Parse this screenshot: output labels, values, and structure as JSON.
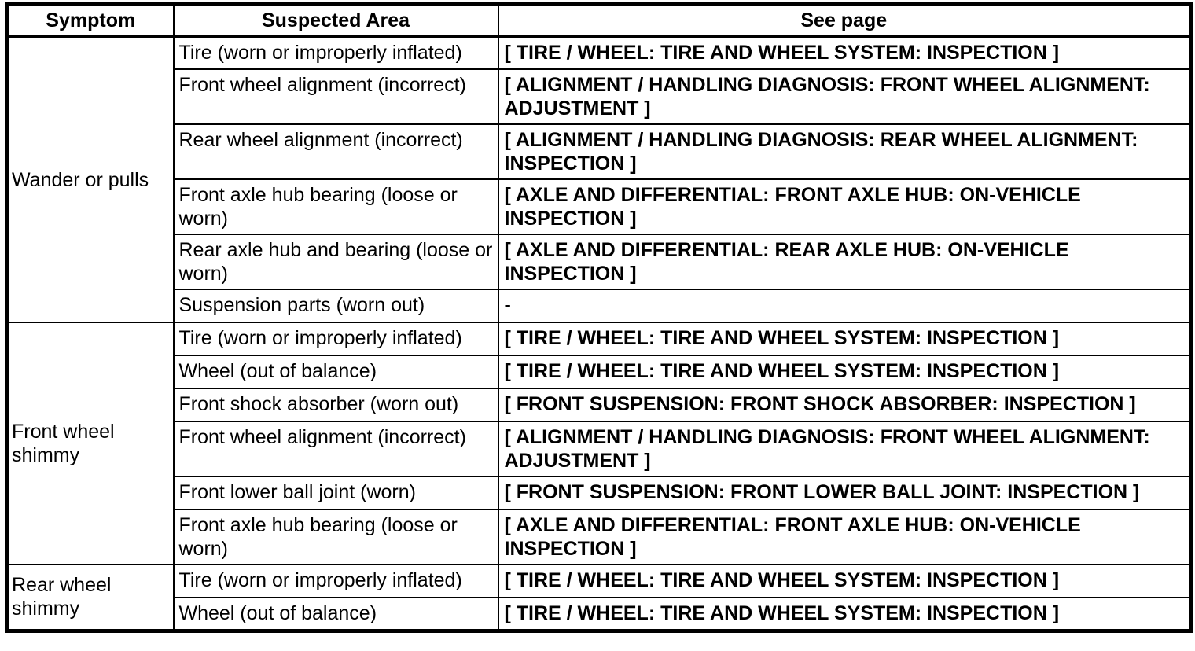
{
  "page": {
    "background_color": "#ffffff",
    "text_color": "#000000",
    "border_color": "#000000"
  },
  "table": {
    "columns": [
      "Symptom",
      "Suspected Area",
      "See page"
    ],
    "groups": [
      {
        "symptom": "Wander or pulls",
        "rows": [
          {
            "area": "Tire (worn or improperly inflated)",
            "page": "[ TIRE / WHEEL: TIRE AND WHEEL SYSTEM: INSPECTION ]"
          },
          {
            "area": "Front wheel alignment (incorrect)",
            "page": "[ ALIGNMENT / HANDLING DIAGNOSIS: FRONT WHEEL ALIGNMENT: ADJUSTMENT ]"
          },
          {
            "area": "Rear wheel alignment (incorrect)",
            "page": "[ ALIGNMENT / HANDLING DIAGNOSIS: REAR WHEEL ALIGNMENT: INSPECTION ]"
          },
          {
            "area": "Front axle hub bearing (loose or worn)",
            "page": "[ AXLE AND DIFFERENTIAL: FRONT AXLE HUB: ON-VEHICLE INSPECTION ]"
          },
          {
            "area": "Rear axle hub and bearing (loose or worn)",
            "page": "[ AXLE AND DIFFERENTIAL: REAR AXLE HUB: ON-VEHICLE INSPECTION ]"
          },
          {
            "area": "Suspension parts (worn out)",
            "page": "-"
          }
        ]
      },
      {
        "symptom": "Front wheel shimmy",
        "rows": [
          {
            "area": "Tire (worn or improperly inflated)",
            "page": "[ TIRE / WHEEL: TIRE AND WHEEL SYSTEM: INSPECTION ]"
          },
          {
            "area": "Wheel (out of balance)",
            "page": "[ TIRE / WHEEL: TIRE AND WHEEL SYSTEM: INSPECTION ]"
          },
          {
            "area": "Front shock absorber (worn out)",
            "page": "[ FRONT SUSPENSION: FRONT SHOCK ABSORBER: INSPECTION ]"
          },
          {
            "area": "Front wheel alignment (incorrect)",
            "page": "[ ALIGNMENT / HANDLING DIAGNOSIS: FRONT WHEEL ALIGNMENT: ADJUSTMENT ]"
          },
          {
            "area": "Front lower ball joint (worn)",
            "page": "[ FRONT SUSPENSION: FRONT LOWER BALL JOINT: INSPECTION ]"
          },
          {
            "area": "Front axle hub bearing (loose or worn)",
            "page": "[ AXLE AND DIFFERENTIAL: FRONT AXLE HUB: ON-VEHICLE INSPECTION ]"
          }
        ]
      },
      {
        "symptom": "Rear wheel shimmy",
        "rows": [
          {
            "area": "Tire (worn or improperly inflated)",
            "page": "[ TIRE / WHEEL: TIRE AND WHEEL SYSTEM: INSPECTION ]"
          },
          {
            "area": "Wheel (out of balance)",
            "page": "[ TIRE / WHEEL: TIRE AND WHEEL SYSTEM: INSPECTION ]"
          }
        ]
      }
    ]
  }
}
